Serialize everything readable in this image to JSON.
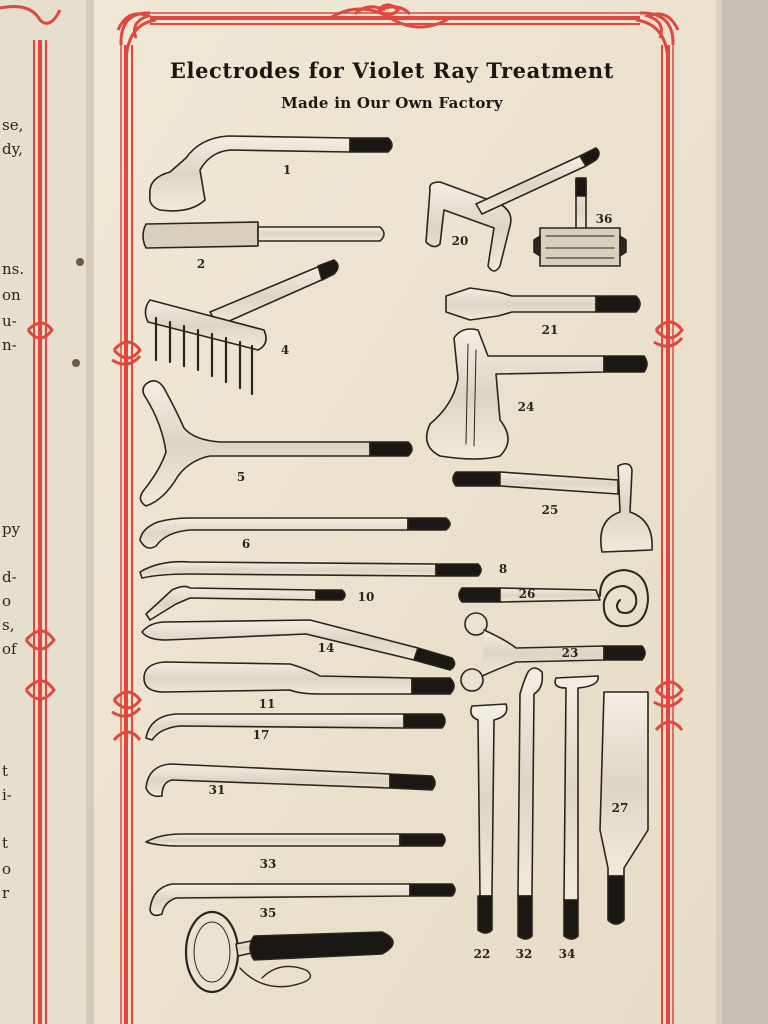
{
  "page": {
    "title": "Electrodes for Violet Ray Treatment",
    "subtitle": "Made in Our Own Factory"
  },
  "colors": {
    "paper": "#ece5d3",
    "border_red": "#e0473f",
    "ink": "#1c1712",
    "glass_tip": "#1a1714"
  },
  "electrode_labels": [
    "1",
    "2",
    "4",
    "5",
    "6",
    "8",
    "10",
    "14",
    "11",
    "17",
    "31",
    "33",
    "35",
    "20",
    "36",
    "21",
    "24",
    "25",
    "26",
    "23",
    "22",
    "32",
    "34",
    "27"
  ],
  "left_page_fragments": [
    "se,",
    "dy,",
    "ns.",
    "on",
    "u-",
    "n-",
    "py",
    "d-",
    "o",
    "s,",
    "of",
    "t",
    "i-",
    "t",
    "o",
    "r"
  ]
}
